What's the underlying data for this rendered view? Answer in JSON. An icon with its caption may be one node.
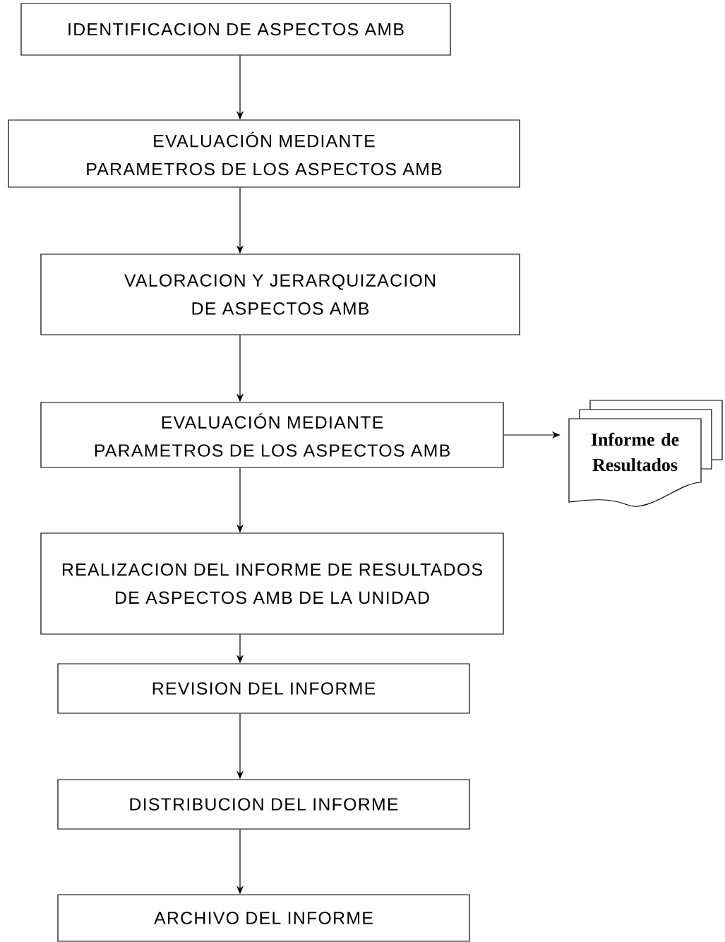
{
  "diagram": {
    "nodes": [
      {
        "text": [
          "IDENTIFICACION DE ASPECTOS AMB"
        ]
      },
      {
        "text": [
          "EVALUACIÓN MEDIANTE PARAMETROS DE LOS ASPECTOS AMB"
        ]
      },
      {
        "text": [
          "VALORACION Y JERARQUIZACION DE ASPECTOS AMB"
        ]
      },
      {
        "text": [
          "EVALUACIÓN MEDIANTE PARAMETROS DE LOS ASPECTOS AMB"
        ]
      },
      {
        "text": [
          "Informe de Resultados"
        ]
      },
      {
        "text": [
          "REALIZACION DEL INFORME DE RESULTADOS DE ASPECTOS AMB DE LA UNIDAD"
        ]
      },
      {
        "text": [
          "REVISION DEL INFORME"
        ]
      },
      {
        "text": [
          "DISTRIBUCION DEL INFORME"
        ]
      },
      {
        "text": [
          "ARCHIVO DEL INFORME"
        ]
      }
    ],
    "edges": [
      {
        "from": 0,
        "to": 1,
        "arrow": "to"
      },
      {
        "from": 1,
        "to": 2,
        "arrow": "to"
      },
      {
        "from": 2,
        "to": 3,
        "arrow": "to"
      },
      {
        "from": 3,
        "to": 4,
        "arrow": "to"
      },
      {
        "from": 3,
        "to": 5,
        "arrow": "to"
      },
      {
        "from": 5,
        "to": 6,
        "arrow": "to"
      },
      {
        "from": 6,
        "to": 7,
        "arrow": "to"
      },
      {
        "from": 7,
        "to": 8,
        "arrow": "to"
      }
    ]
  }
}
